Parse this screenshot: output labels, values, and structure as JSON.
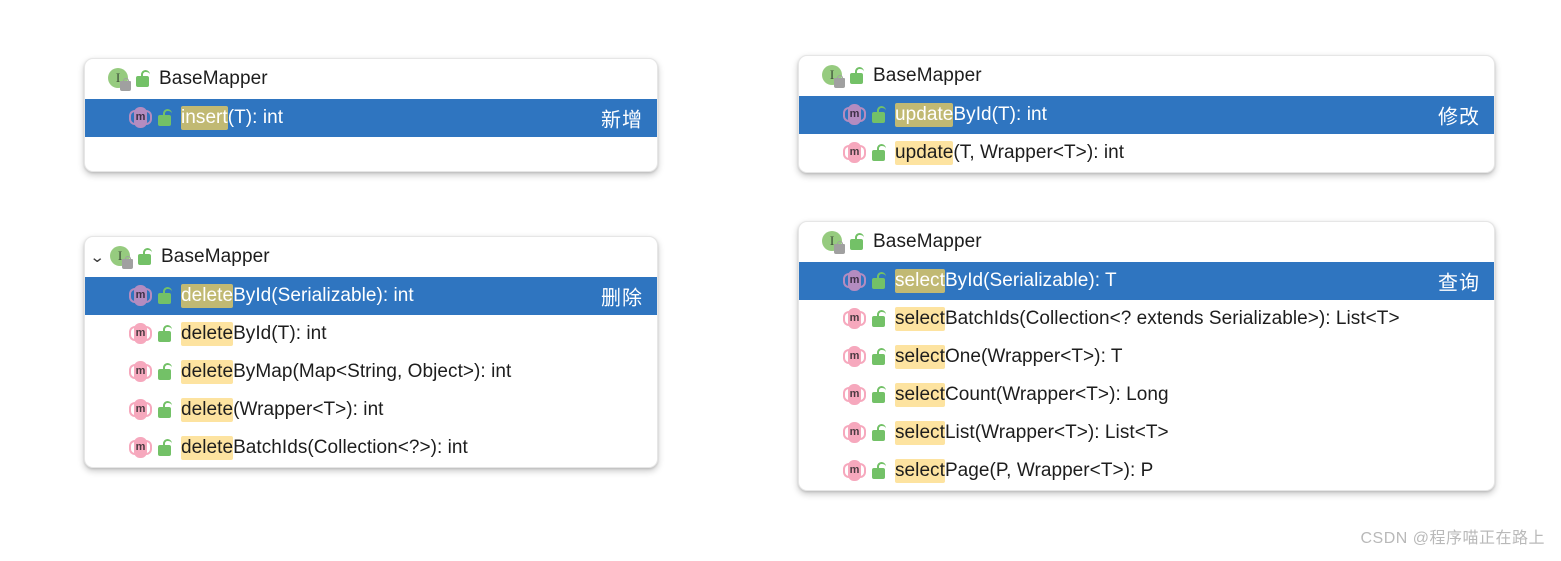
{
  "panels": [
    {
      "id": "insert-panel",
      "annotation": "新增",
      "header": {
        "label": "BaseMapper",
        "has_chevron": false
      },
      "methods": [
        {
          "highlight": "insert",
          "rest": "(T): int",
          "selected": true
        }
      ],
      "trailing_blank_row": true
    },
    {
      "id": "update-panel",
      "annotation": "修改",
      "header": {
        "label": "BaseMapper",
        "has_chevron": false
      },
      "methods": [
        {
          "highlight": "update",
          "rest": "ById(T): int",
          "selected": true
        },
        {
          "highlight": "update",
          "rest": "(T, Wrapper<T>): int",
          "selected": false
        }
      ],
      "trailing_blank_row": false
    },
    {
      "id": "delete-panel",
      "annotation": "删除",
      "header": {
        "label": "BaseMapper",
        "has_chevron": true
      },
      "methods": [
        {
          "highlight": "delete",
          "rest": "ById(Serializable): int",
          "selected": true
        },
        {
          "highlight": "delete",
          "rest": "ById(T): int",
          "selected": false
        },
        {
          "highlight": "delete",
          "rest": "ByMap(Map<String, Object>): int",
          "selected": false
        },
        {
          "highlight": "delete",
          "rest": "(Wrapper<T>): int",
          "selected": false
        },
        {
          "highlight": "delete",
          "rest": "BatchIds(Collection<?>): int",
          "selected": false
        }
      ],
      "trailing_blank_row": false
    },
    {
      "id": "select-panel",
      "annotation": "查询",
      "header": {
        "label": "BaseMapper",
        "has_chevron": false
      },
      "methods": [
        {
          "highlight": "select",
          "rest": "ById(Serializable): T",
          "selected": true
        },
        {
          "highlight": "select",
          "rest": "BatchIds(Collection<? extends Serializable>): List<T>",
          "selected": false
        },
        {
          "highlight": "select",
          "rest": "One(Wrapper<T>): T",
          "selected": false
        },
        {
          "highlight": "select",
          "rest": "Count(Wrapper<T>): Long",
          "selected": false
        },
        {
          "highlight": "select",
          "rest": "List(Wrapper<T>): List<T>",
          "selected": false
        },
        {
          "highlight": "select",
          "rest": "Page(P, Wrapper<T>): P",
          "selected": false
        }
      ],
      "trailing_blank_row": false
    }
  ],
  "icons": {
    "interface_glyph": "I",
    "method_glyph": "m",
    "chevron_glyph": "⌄"
  },
  "watermark": "CSDN @程序喵正在路上",
  "colors": {
    "selection_blue": "#2f75c0",
    "highlight_amber": "#fde3a0",
    "highlight_selected": "#c1b973",
    "interface_green": "#96cb7f",
    "method_pink": "#f6a8bd",
    "unlock_green": "#73c167"
  }
}
